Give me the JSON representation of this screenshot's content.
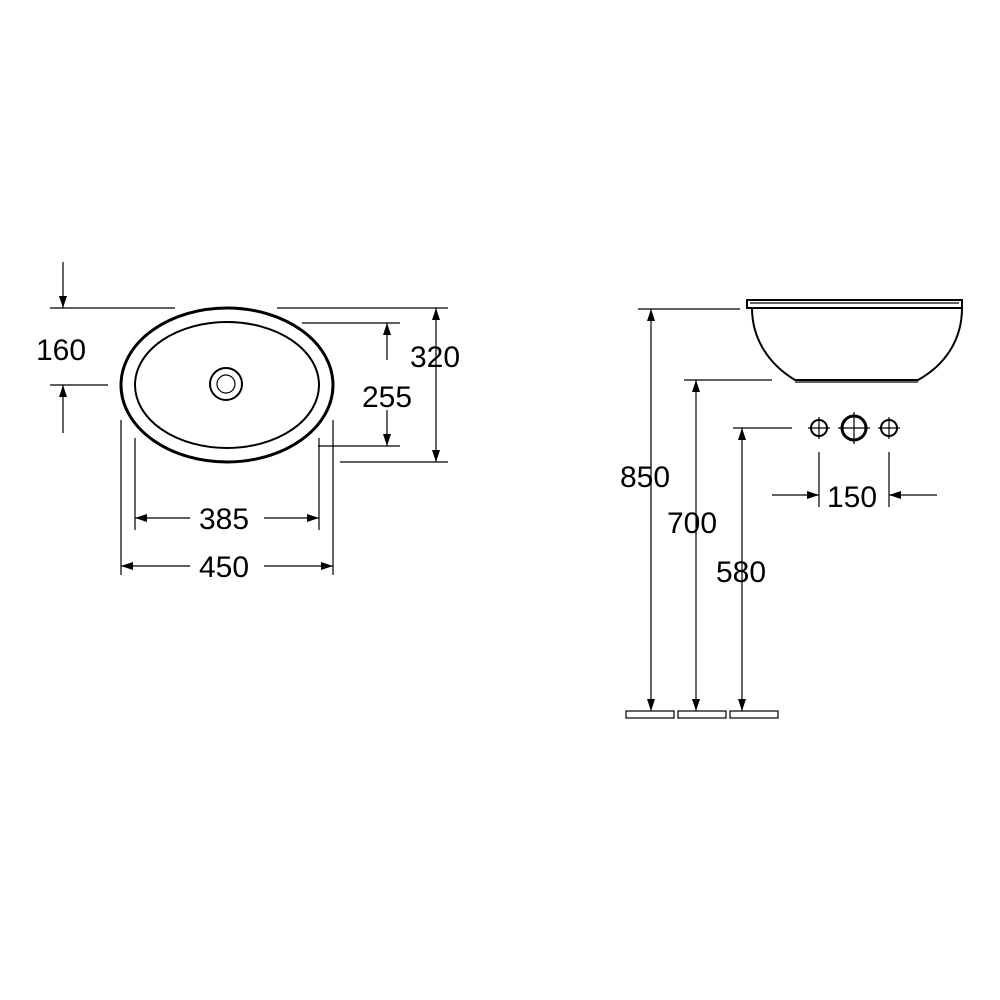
{
  "top_view": {
    "drain_depth_label": "160",
    "outer_length_label": "450",
    "inner_length_label": "385",
    "outer_width_label": "320",
    "inner_width_label": "255"
  },
  "side_view": {
    "rim_height_label": "850",
    "bowl_bottom_height_label": "700",
    "tap_height_label": "580",
    "tap_spacing_label": "150"
  },
  "colors": {
    "line": "#000000",
    "background": "#ffffff"
  }
}
